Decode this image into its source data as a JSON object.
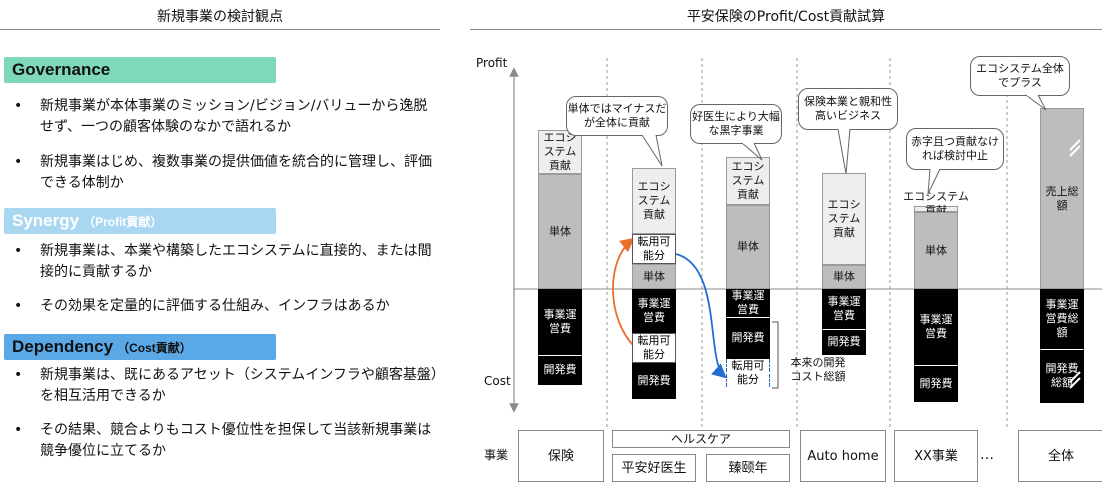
{
  "left": {
    "title": "新規事業の検討観点",
    "sections": [
      {
        "label": "Governance",
        "suffix": "",
        "color": "#7fd9b9",
        "bullets": [
          "新規事業が本体事業のミッション/ビジョン/バリューから逸脱せず、一つの顧客体験のなかで語れるか",
          "新規事業はじめ、複数事業の提供価値を統合的に管理し、評価できる体制か"
        ]
      },
      {
        "label": "Synergy",
        "suffix": "（Profit貢献）",
        "color": "#a9d7f2",
        "bullets": [
          "新規事業は、本業や構築したエコシステムに直接的、または間接的に貢献するか",
          "その効果を定量的に評価する仕組み、インフラはあるか"
        ]
      },
      {
        "label": "Dependency",
        "suffix": "（Cost貢献）",
        "color": "#5aa8e6",
        "bullets": [
          "新規事業は、既にあるアセット（システムインフラや顧客基盤）を相互活用できるか",
          "その結果、競合よりもコスト優位性を担保して当該新規事業は競争優位に立てるか"
        ]
      }
    ]
  },
  "right": {
    "title": "平安保険のProfit/Cost貢献試算",
    "axis_profit": "Profit",
    "axis_cost": "Cost",
    "row_label": "事業",
    "seg": {
      "eco": "エコシステム貢献",
      "single": "単体",
      "opex": "事業運営費",
      "dev": "開発費",
      "transfer": "転用可能分",
      "sales_total": "売上総額",
      "opex_total": "事業運営費総額",
      "dev_total": "開発費総額"
    },
    "bubbles": {
      "b1": "単体ではマイナスだが全体に貢献",
      "b2": "好医生により大幅な黒字事業",
      "b3": "保険本業と親和性高いビジネス",
      "b4": "赤字且つ貢献なければ検討中止",
      "b5": "エコシステム全体でプラス"
    },
    "annotation": "本来の開発コスト総額",
    "footer": {
      "insurance": "保険",
      "healthcare": "ヘルスケア",
      "ping_an_good_doctor": "平安好医生",
      "zhenyinian": "臻颐年",
      "auto_home": "Auto home",
      "xx": "XX事業",
      "ellipsis": "…",
      "total": "全体"
    },
    "colors": {
      "arrow_orange": "#e8702a",
      "arrow_blue": "#1f6fd1"
    }
  }
}
